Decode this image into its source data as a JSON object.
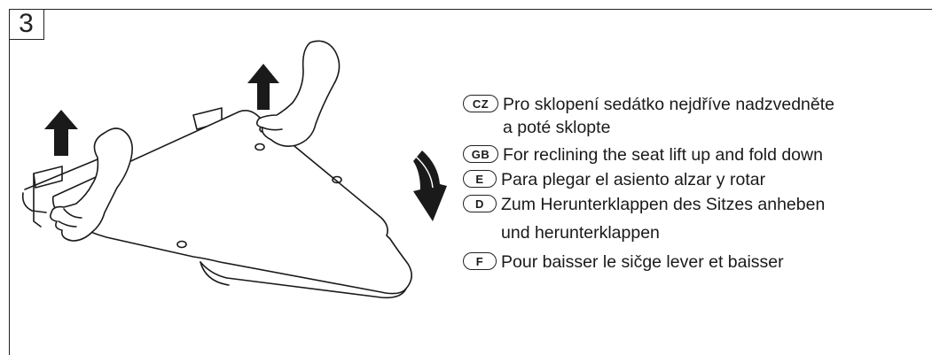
{
  "step_number": "3",
  "icons": {
    "up_arrows": "arrow-up-icon",
    "fold_arrow": "curved-arrow-down-icon"
  },
  "instructions": [
    {
      "lang": "CZ",
      "text": "Pro sklopení sedátko nejdříve nadzvedněte\na poté sklopte"
    },
    {
      "lang": "GB",
      "text": "For reclining the seat lift up and fold down"
    },
    {
      "lang": "E",
      "text": "Para plegar el asiento alzar y rotar"
    },
    {
      "lang": "D",
      "text": "Zum Herunterklappen des Sitzes anheben\nund herunterklappen"
    },
    {
      "lang": "F",
      "text": "Pour baisser le sičge lever et baisser"
    }
  ]
}
